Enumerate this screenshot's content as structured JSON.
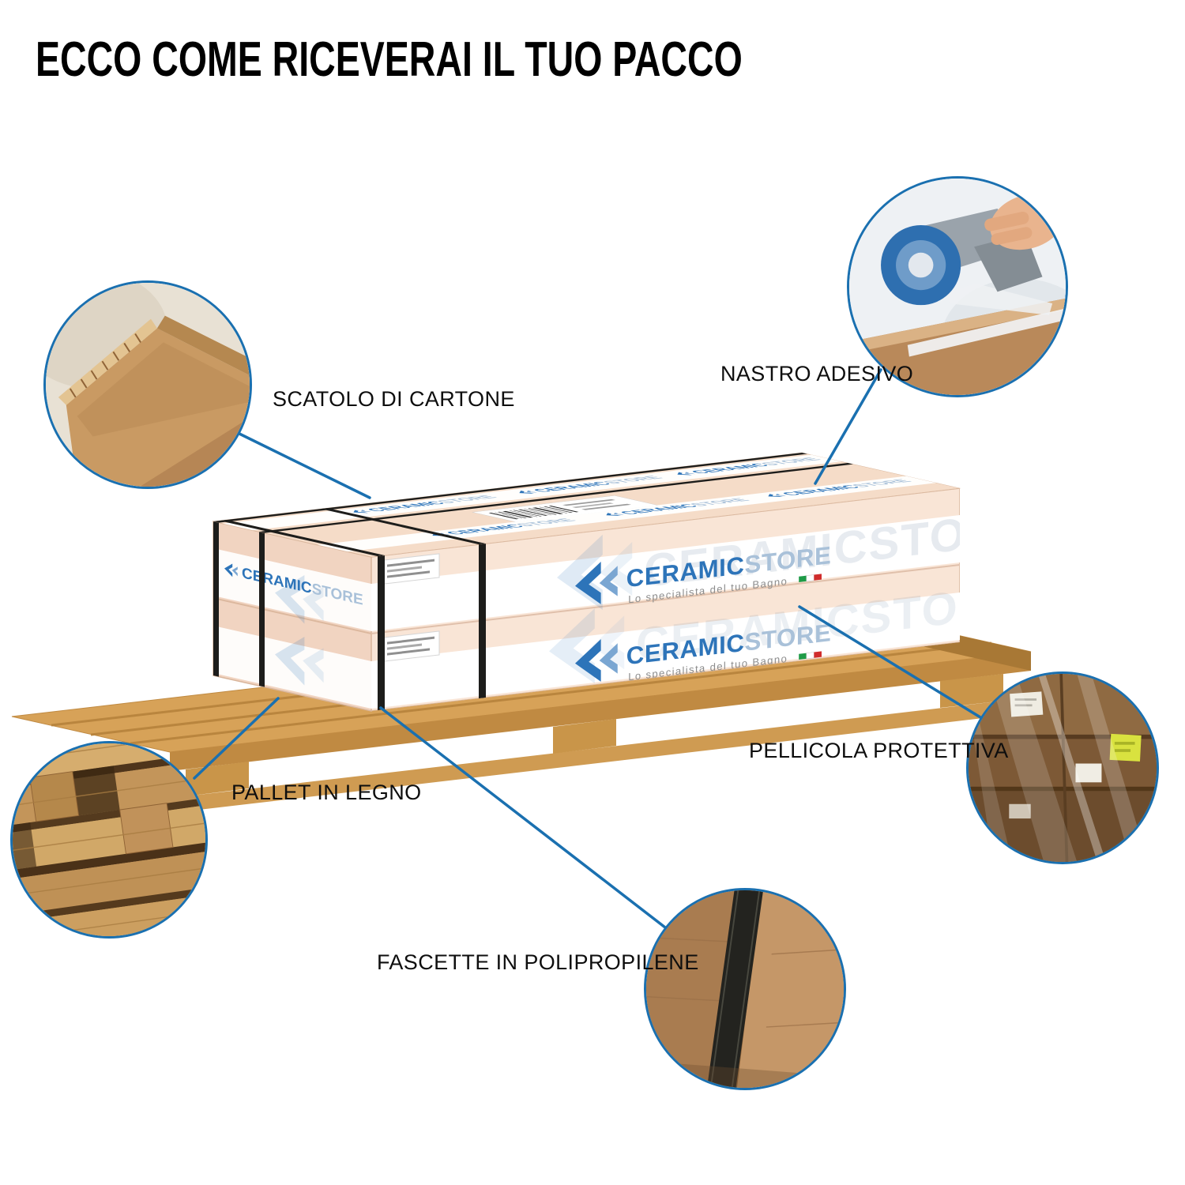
{
  "title": "ECCO COME RICEVERAI IL TUO PACCO",
  "brand": {
    "name_primary": "CERAMIC",
    "name_secondary": "STORE",
    "tagline": "Lo specialista del tuo Bagno",
    "logo_mark_icon": "double-chevron-left-icon",
    "flag_colors": [
      "#1e9b47",
      "#ffffff",
      "#d02c2c"
    ]
  },
  "callouts": [
    {
      "id": "scatolo",
      "label": "SCATOLO DI CARTONE",
      "photo": "cardboard-box-corner"
    },
    {
      "id": "nastro",
      "label": "NASTRO ADESIVO",
      "photo": "tape-gun-sealing-box"
    },
    {
      "id": "pellicola",
      "label": "PELLICOLA PROTETTIVA",
      "photo": "film-wrapped-boxes"
    },
    {
      "id": "pallet",
      "label": "PALLET IN LEGNO",
      "photo": "wooden-pallets"
    },
    {
      "id": "fascette",
      "label": "FASCETTE IN POLIPROPILENE",
      "photo": "strap-on-cardboard-box"
    }
  ],
  "colors": {
    "accent_blue": "#1a70b0",
    "logo_blue": "#2d74b9",
    "logo_gray_blue": "#a9c1d9",
    "box_cardboard": "#f9e5d6",
    "pallet_wood": "#d7a258",
    "strap_black": "#1d1d1b",
    "text": "#0e0e0e",
    "background": "#ffffff"
  }
}
